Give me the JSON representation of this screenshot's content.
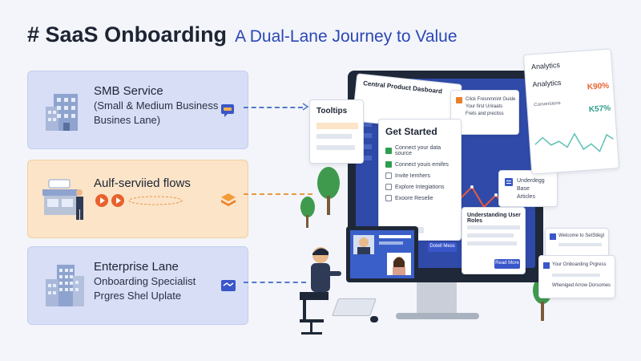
{
  "title": {
    "main": "# SaaS Onboarding",
    "sub": "A Dual-Lane Journey to Value"
  },
  "lanes": [
    {
      "heading": "SMB Service",
      "line1": "(Small & Medium Business",
      "line2": "Busines Lane)"
    },
    {
      "heading": "Aulf-serviied flows",
      "line1": "",
      "line2": ""
    },
    {
      "heading": "Enterprise Lane",
      "line1": "Onboarding Specialist",
      "line2": "Prgres Shel Uplate"
    }
  ],
  "dashboard": {
    "title": "Central Product Dasboard",
    "tooltips": "Tooltips",
    "tooltip_lines": [
      "Click Fresnmnint Guide",
      "Your first Uriraats",
      "Frets and prectiss"
    ],
    "get_started": {
      "title": "Get Started",
      "items": [
        "Connect your data source",
        "Connect youis emifes",
        "Invite Iemhers",
        "Explore Integiations",
        "Exoore Reselie"
      ],
      "button": "Dotell Mess"
    },
    "kb": {
      "line1": "Underdegg Base",
      "line2": "Articles"
    },
    "roles": {
      "title": "Understanding User Roles",
      "button": "Read More"
    }
  },
  "analytics": {
    "title": "Analytics",
    "row1_label": "Analytics",
    "row1_value": "K90%",
    "row2_label": "Conversions",
    "row2_value": "K57%"
  },
  "emails": {
    "welcome": "Welcome to SetStikgl",
    "progress_title": "Your Onboarding Prgress",
    "progress_sub": "Wheniged Arrow Dorsomes"
  },
  "colors": {
    "accent": "#2b47b5",
    "lane_blue": "#d7def6",
    "lane_orange": "#fbe4c8",
    "progress_red": "#e85a3c"
  }
}
